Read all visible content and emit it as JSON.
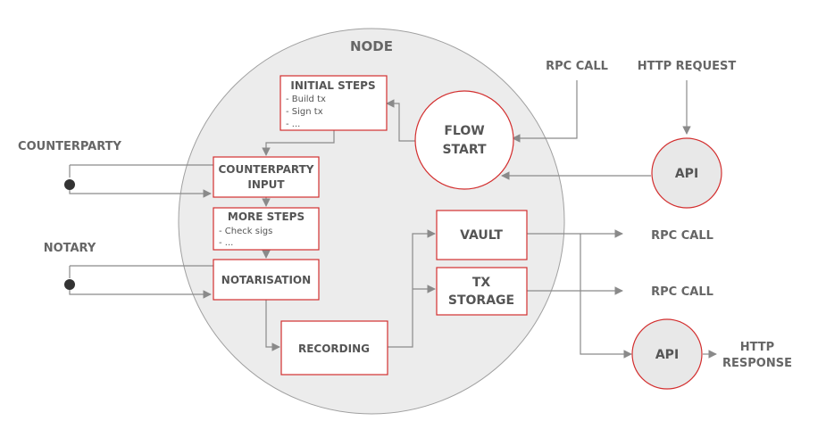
{
  "node": {
    "title": "NODE"
  },
  "external": {
    "rpc_call_in": "RPC CALL",
    "http_request": "HTTP REQUEST",
    "counterparty": "COUNTERPARTY",
    "notary": "NOTARY",
    "rpc_call_out_1": "RPC CALL",
    "rpc_call_out_2": "RPC CALL",
    "http_response_line1": "HTTP",
    "http_response_line2": "RESPONSE"
  },
  "boxes": {
    "initial_steps": {
      "title": "INITIAL STEPS",
      "items": [
        "- Build tx",
        "- Sign tx",
        "- ..."
      ]
    },
    "counterparty_input": {
      "line1": "COUNTERPARTY",
      "line2": "INPUT"
    },
    "more_steps": {
      "title": "MORE STEPS",
      "items": [
        "- Check sigs",
        "- ..."
      ]
    },
    "notarisation": {
      "title": "NOTARISATION"
    },
    "recording": {
      "title": "RECORDING"
    },
    "vault": {
      "title": "VAULT"
    },
    "tx_storage": {
      "line1": "TX",
      "line2": "STORAGE"
    }
  },
  "circles": {
    "flow_start": {
      "line1": "FLOW",
      "line2": "START"
    },
    "api_top": {
      "label": "API"
    },
    "api_bottom": {
      "label": "API"
    }
  },
  "colors": {
    "accent": "#d32f2f",
    "node_fill": "#ececec",
    "node_stroke": "#a0a0a0",
    "api_fill": "#e8e8e8",
    "text": "#666666",
    "line": "#8a8a8a"
  }
}
